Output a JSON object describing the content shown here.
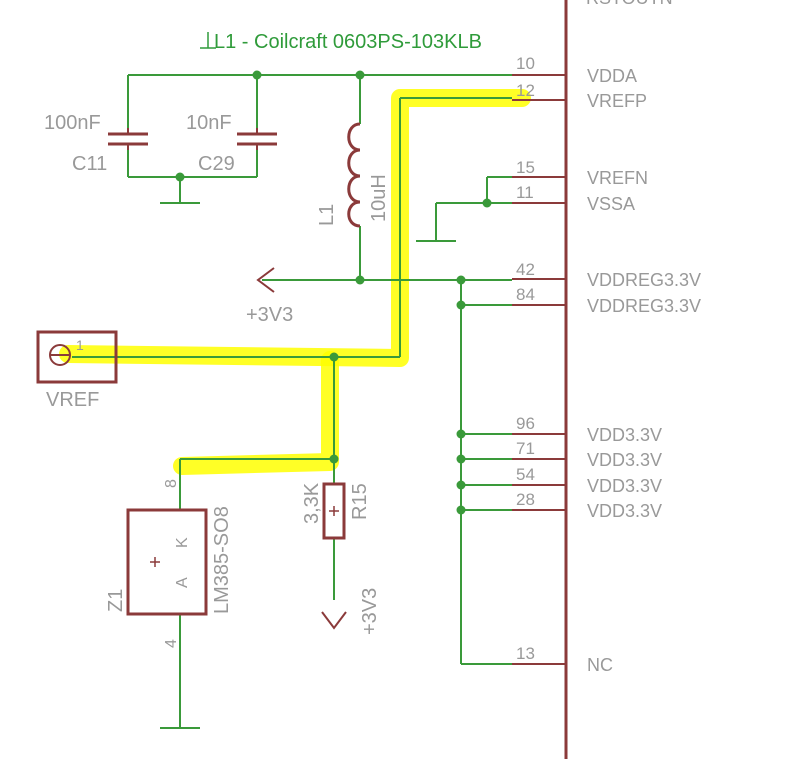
{
  "part_note": "L1 - Coilcraft 0603PS-103KLB",
  "top_cut_label": "RSTOUTN",
  "capacitors": [
    {
      "value": "100nF",
      "name": "C11"
    },
    {
      "value": "10nF",
      "name": "C29"
    }
  ],
  "inductor": {
    "name": "L1",
    "value": "10uH"
  },
  "supply_label_left": "+3V3",
  "supply_label_bottom": "+3V3",
  "vref_pad": {
    "pin": "1",
    "label": "VREF"
  },
  "resistor": {
    "name": "R15",
    "value": "3,3K"
  },
  "zener": {
    "name": "Z1",
    "part": "LM385-SO8",
    "anode": "A",
    "cathode": "K",
    "pin_top": "8",
    "pin_bottom": "4"
  },
  "ic_pins": [
    {
      "num": "10",
      "name": "VDDA"
    },
    {
      "num": "12",
      "name": "VREFP"
    },
    {
      "num": "15",
      "name": "VREFN"
    },
    {
      "num": "11",
      "name": "VSSA"
    },
    {
      "num": "42",
      "name": "VDDREG3.3V"
    },
    {
      "num": "84",
      "name": "VDDREG3.3V"
    },
    {
      "num": "96",
      "name": "VDD3.3V"
    },
    {
      "num": "71",
      "name": "VDD3.3V"
    },
    {
      "num": "54",
      "name": "VDD3.3V"
    },
    {
      "num": "28",
      "name": "VDD3.3V"
    },
    {
      "num": "13",
      "name": "NC"
    }
  ],
  "colors": {
    "wire": "#3a9a3a",
    "part": "#8b3a3a",
    "highlight": "#ffff00",
    "label": "#999999",
    "note": "#2f9b3a"
  }
}
